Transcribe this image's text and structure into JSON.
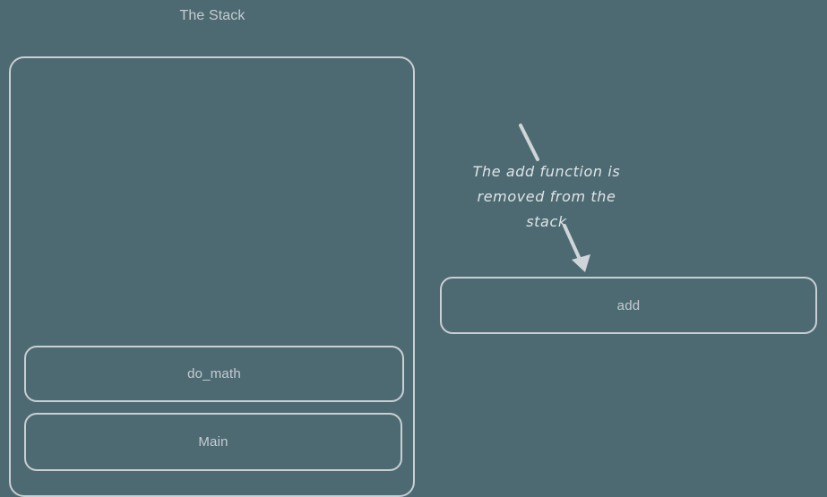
{
  "diagram": {
    "title": "The Stack",
    "background_color": "#4d6a73",
    "stroke_color": "#c9cfd2",
    "text_color": "#c5ccd0",
    "annotation_color": "#dfe4e6"
  },
  "stack": {
    "container_label": "The Stack",
    "frames": [
      {
        "label": "do_math",
        "position": "in-stack",
        "order": 2
      },
      {
        "label": "Main",
        "position": "in-stack",
        "order": 1
      }
    ]
  },
  "removed_frame": {
    "label": "add",
    "position": "outside-stack"
  },
  "annotation": {
    "line1": "The add function is",
    "line2": "removed from the",
    "line3": "stack",
    "full_text": "The add function is removed from the stack"
  },
  "connectors": [
    {
      "name": "pointer-line",
      "type": "line",
      "arrowhead": false
    },
    {
      "name": "pointer-arrow",
      "type": "arrow",
      "arrowhead": true,
      "points_to": "add"
    }
  ]
}
